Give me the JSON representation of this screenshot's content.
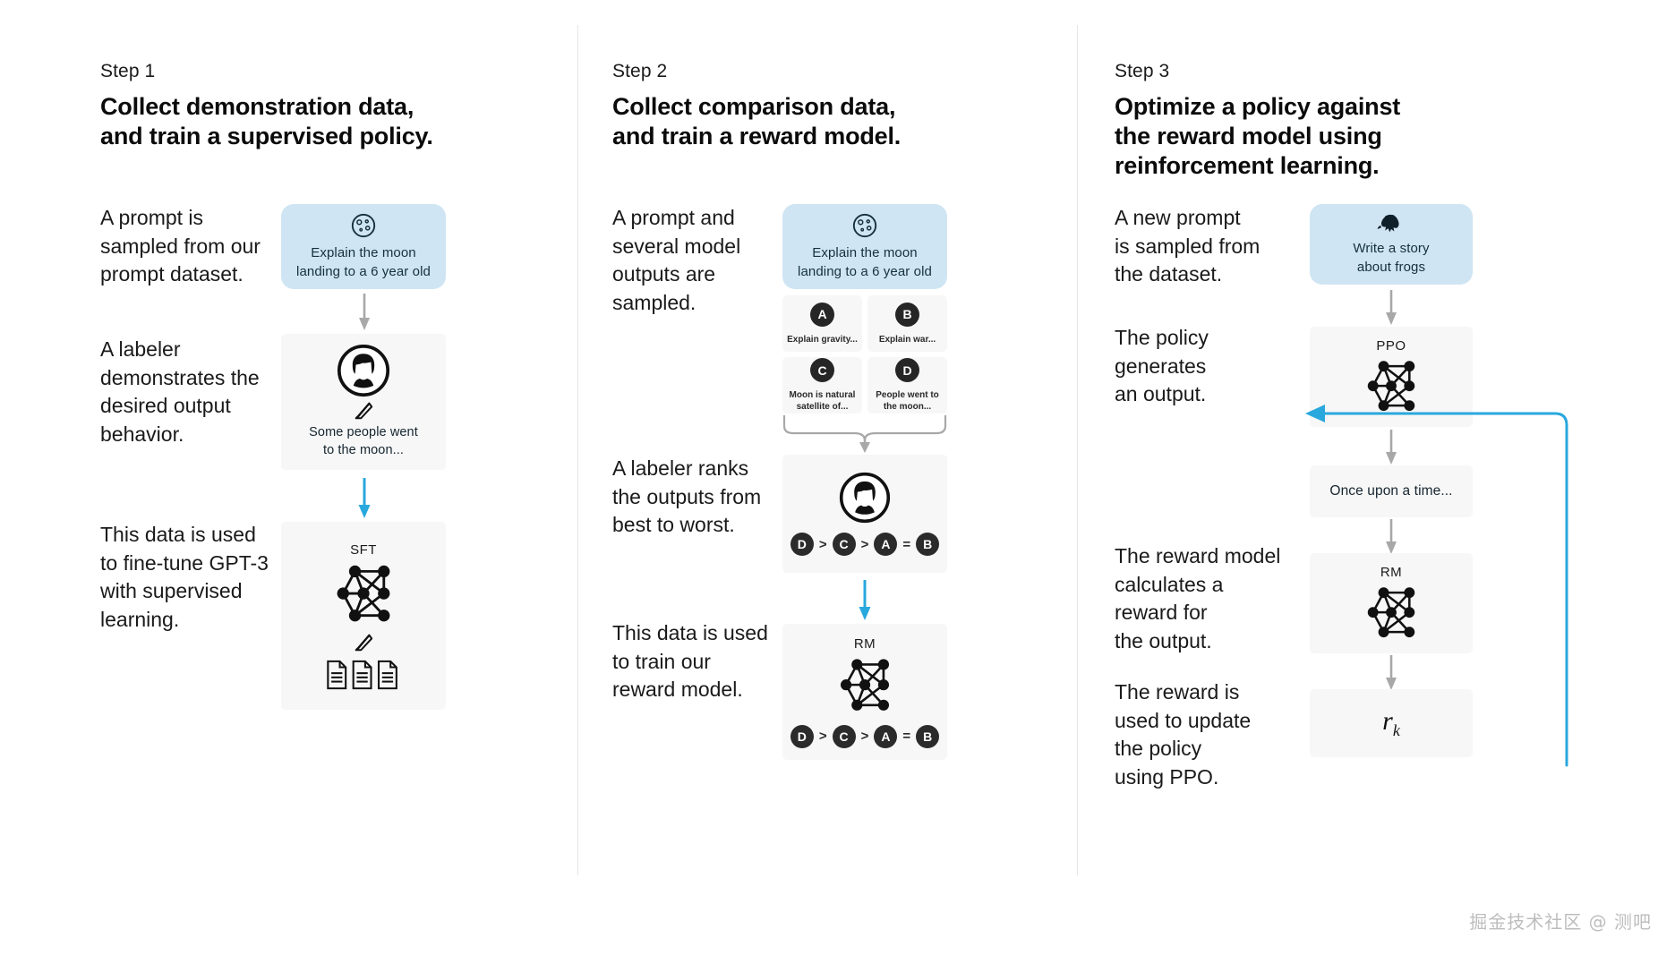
{
  "watermark": "掘金技术社区 @ 测吧",
  "colors": {
    "blue_card": "#cfe5f3",
    "grey_card": "#f7f7f7",
    "cyan_arrow": "#29a8dd",
    "grey_arrow": "#a8a8a8",
    "text": "#111111"
  },
  "steps": [
    {
      "label": "Step 1",
      "title": "Collect demonstration data,\nand train a supervised policy.",
      "paragraphs": [
        "A prompt is\nsampled from our\nprompt dataset.",
        "A labeler\ndemonstrates the\ndesired output\nbehavior.",
        "This data is used\nto fine-tune GPT-3\nwith supervised\nlearning."
      ],
      "cards": [
        {
          "name": "prompt-card",
          "style": "blue",
          "icon": "moon-icon",
          "text": "Explain the moon\nlanding to a 6 year old"
        },
        {
          "name": "labeler-card",
          "style": "grey",
          "icon": "labeler-icon",
          "sub_icon": "pencil-icon",
          "text": "Some people went\nto the moon..."
        },
        {
          "name": "sft-card",
          "style": "grey",
          "icon": "neural-net-icon",
          "label": "SFT",
          "sub_icon": "pencil-icon",
          "extra_icon": "documents-icon"
        }
      ],
      "arrows": [
        {
          "name": "arrow-prompt-to-labeler",
          "color": "grey"
        },
        {
          "name": "arrow-labeler-to-sft",
          "color": "cyan"
        }
      ]
    },
    {
      "label": "Step 2",
      "title": "Collect comparison data,\nand train a reward model.",
      "paragraphs": [
        "A prompt and\nseveral model\noutputs are\nsampled.",
        "A labeler ranks\nthe outputs from\nbest to worst.",
        "This data is used\nto train our\nreward model."
      ],
      "cards": [
        {
          "name": "prompt-card",
          "style": "blue",
          "icon": "moon-icon",
          "text": "Explain the moon\nlanding to a 6 year old"
        },
        {
          "name": "output-grid",
          "style": "grid",
          "outputs": [
            {
              "badge": "A",
              "text": "Explain gravity..."
            },
            {
              "badge": "B",
              "text": "Explain war..."
            },
            {
              "badge": "C",
              "text": "Moon is natural\nsatellite of..."
            },
            {
              "badge": "D",
              "text": "People went to\nthe moon..."
            }
          ]
        },
        {
          "name": "labeler-rank-card",
          "style": "grey",
          "icon": "labeler-icon",
          "ranking": [
            "D",
            ">",
            "C",
            ">",
            "A",
            "=",
            "B"
          ]
        },
        {
          "name": "rm-card",
          "style": "grey",
          "icon": "neural-net-icon",
          "label": "RM",
          "ranking": [
            "D",
            ">",
            "C",
            ">",
            "A",
            "=",
            "B"
          ]
        }
      ],
      "arrows": [
        {
          "name": "arrow-grid-to-labeler",
          "color": "grey"
        },
        {
          "name": "arrow-labeler-to-rm",
          "color": "cyan"
        }
      ]
    },
    {
      "label": "Step 3",
      "title": "Optimize a policy against\nthe reward model using\nreinforcement learning.",
      "paragraphs": [
        "A new prompt\nis sampled from\nthe dataset.",
        "The policy\ngenerates\nan output.",
        "The reward model\ncalculates a\nreward for\nthe output.",
        "The reward is\nused to update\nthe policy\nusing PPO."
      ],
      "cards": [
        {
          "name": "prompt-card",
          "style": "blue",
          "icon": "frog-icon",
          "text": "Write a story\nabout frogs"
        },
        {
          "name": "ppo-card",
          "style": "grey",
          "icon": "neural-net-icon",
          "label": "PPO"
        },
        {
          "name": "output-card",
          "style": "grey",
          "text": "Once upon a time..."
        },
        {
          "name": "rm-card",
          "style": "grey",
          "icon": "neural-net-icon",
          "label": "RM"
        },
        {
          "name": "reward-card",
          "style": "grey",
          "formula_base": "r",
          "formula_sub": "k"
        }
      ],
      "arrows": [
        {
          "name": "arrow-prompt-to-ppo",
          "color": "grey"
        },
        {
          "name": "arrow-ppo-to-output",
          "color": "grey"
        },
        {
          "name": "arrow-output-to-rm",
          "color": "grey"
        },
        {
          "name": "arrow-rm-to-reward",
          "color": "grey"
        },
        {
          "name": "arrow-reward-feedback-loop",
          "color": "cyan"
        }
      ]
    }
  ]
}
